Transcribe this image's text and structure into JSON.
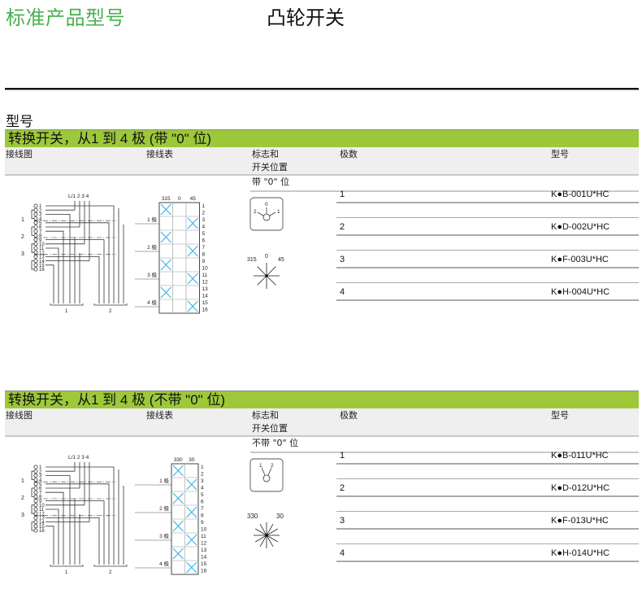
{
  "header": {
    "doc_title": "标准产品型号",
    "product_title": "凸轮开关",
    "section_label": "型号"
  },
  "colors": {
    "accent_green": "#9dc83a",
    "title_green": "#4bb050",
    "cross_blue": "#3db6e6"
  },
  "columns": {
    "wiring_diagram": "接线图",
    "wiring_table": "接线表",
    "symbol_line1": "标志和",
    "symbol_line2": "开关位置",
    "poles": "极数",
    "model": "型号"
  },
  "sections": [
    {
      "title": "转换开关，从1 到 4 极 (带 \"0\" 位)",
      "sub_header": "带 \"0\" 位",
      "rows": [
        {
          "poles": "1",
          "model": "K●B-001U*HC"
        },
        {
          "poles": "2",
          "model": "K●D-002U*HC"
        },
        {
          "poles": "3",
          "model": "K●F-003U*HC"
        },
        {
          "poles": "4",
          "model": "K●H-004U*HC"
        }
      ],
      "diagram": {
        "terminal_header": "L/1 2 3 4",
        "terminals": [
          "1",
          "2",
          "3",
          "4",
          "5",
          "6",
          "7",
          "8",
          "9",
          "10",
          "11",
          "12",
          "13",
          "14",
          "15",
          "16"
        ],
        "group_labels": [
          "1",
          "2",
          "3"
        ],
        "bus_labels": [
          "1",
          "2"
        ]
      },
      "table": {
        "positions": [
          "315",
          "0",
          "45"
        ],
        "pole_labels": [
          "1 极",
          "2 极",
          "3 极",
          "4 极"
        ],
        "contacts": [
          "1",
          "2",
          "3",
          "4",
          "5",
          "6",
          "7",
          "8",
          "9",
          "10",
          "11",
          "12",
          "13",
          "14",
          "15",
          "16"
        ],
        "crosses": [
          [
            0,
            0
          ],
          [
            1,
            2
          ],
          [
            2,
            0
          ],
          [
            3,
            2
          ],
          [
            4,
            0
          ],
          [
            5,
            2
          ],
          [
            6,
            0
          ],
          [
            7,
            2
          ]
        ]
      },
      "symbol": {
        "dial_labels": [
          "2",
          "0",
          "1"
        ],
        "star_labels": [
          "315",
          "0",
          "45"
        ]
      }
    },
    {
      "title": "转换开关，从1 到 4 极 (不带 \"0\" 位)",
      "sub_header": "不带 \"0\" 位",
      "rows": [
        {
          "poles": "1",
          "model": "K●B-011U*HC"
        },
        {
          "poles": "2",
          "model": "K●D-012U*HC"
        },
        {
          "poles": "3",
          "model": "K●F-013U*HC"
        },
        {
          "poles": "4",
          "model": "K●H-014U*HC"
        }
      ],
      "diagram": {
        "terminal_header": "L/1 2 3 4",
        "terminals": [
          "1",
          "2",
          "3",
          "4",
          "5",
          "6",
          "7",
          "8",
          "9",
          "10",
          "11",
          "12",
          "13",
          "14",
          "15",
          "16"
        ],
        "group_labels": [
          "1",
          "2",
          "3"
        ],
        "bus_labels": [
          "1",
          "2"
        ]
      },
      "table": {
        "positions": [
          "330",
          "30"
        ],
        "pole_labels": [
          "1 极",
          "2 极",
          "3 极",
          "4 极"
        ],
        "contacts": [
          "1",
          "2",
          "3",
          "4",
          "5",
          "6",
          "7",
          "8",
          "9",
          "10",
          "11",
          "12",
          "13",
          "14",
          "15",
          "16"
        ],
        "crosses": [
          [
            0,
            0
          ],
          [
            1,
            1
          ],
          [
            2,
            0
          ],
          [
            3,
            1
          ],
          [
            4,
            0
          ],
          [
            5,
            1
          ],
          [
            6,
            0
          ],
          [
            7,
            1
          ]
        ]
      },
      "symbol": {
        "dial_labels": [
          "1",
          "2"
        ],
        "star_labels": [
          "330",
          "30"
        ]
      }
    }
  ]
}
